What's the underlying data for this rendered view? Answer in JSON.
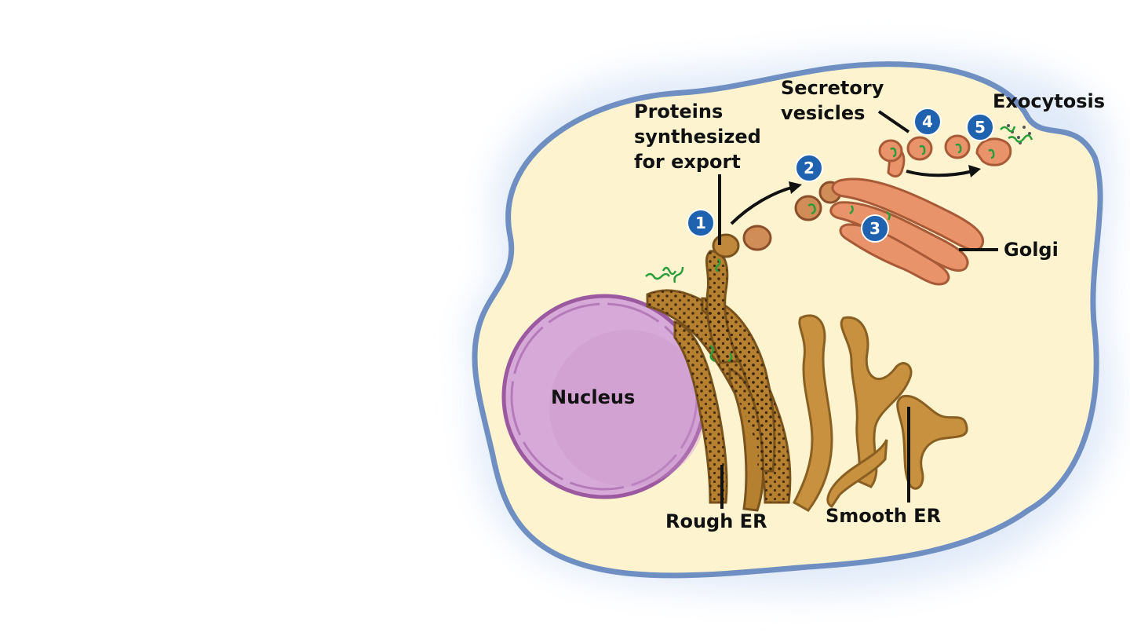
{
  "labels": {
    "proteins_line1": "Proteins",
    "proteins_line2": "synthesized",
    "proteins_line3": "for export",
    "secretory_line1": "Secretory",
    "secretory_line2": "vesicles",
    "exocytosis": "Exocytosis",
    "golgi": "Golgi",
    "nucleus": "Nucleus",
    "rough_er": "Rough ER",
    "smooth_er": "Smooth ER"
  },
  "steps": [
    "1",
    "2",
    "3",
    "4",
    "5"
  ],
  "colors": {
    "cytoplasm": "#fdf3cf",
    "membrane": "#6f8fc2",
    "glow": "#d7e4f7",
    "nucleus": "#d7a9d8",
    "nucleus_edge": "#9b5aa0",
    "rough_er": "#b5802f",
    "smooth_er": "#c8913f",
    "golgi": "#e8936a",
    "protein": "#2a9d3a",
    "step_badge": "#1f62b0"
  }
}
